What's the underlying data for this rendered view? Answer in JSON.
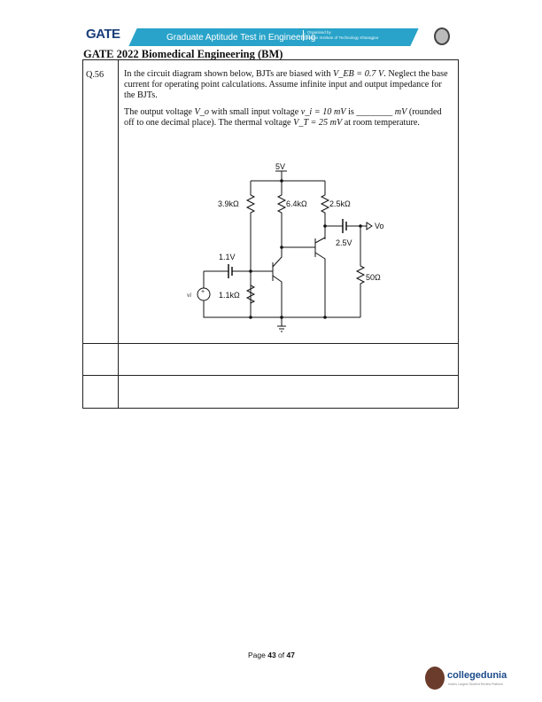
{
  "header": {
    "logo": "GATE",
    "banner_title": "Graduate Aptitude Test in Engineering",
    "organiser_label": "Organised by",
    "organiser": "Indian Institute of Technology Kharagpur",
    "exam_title": "GATE 2022 Biomedical Engineering (BM)"
  },
  "question": {
    "number": "Q.56",
    "p1_a": "In the circuit diagram shown below, BJTs are biased with ",
    "p1_math": "V_EB = 0.7 V",
    "p1_b": ". Neglect the base current for operating point calculations. Assume infinite input and output impedance for the BJTs.",
    "p2_a": "The output voltage ",
    "p2_m1": "V_o",
    "p2_b": " with small input voltage ",
    "p2_m2": "v_i = 10 mV",
    "p2_c": " is ________ ",
    "p2_m3": "mV",
    "p2_d": " (rounded off to one decimal place). The thermal voltage ",
    "p2_m4": "V_T = 25 mV",
    "p2_e": " at room temperature."
  },
  "circuit": {
    "supply": "5V",
    "r1": "3.9kΩ",
    "r2": "6.4kΩ",
    "r3": "2.5kΩ",
    "r4": "1.1kΩ",
    "r5": "50Ω",
    "c1": "1.1V",
    "c2": "2.5V",
    "input": "vi",
    "output": "Vo"
  },
  "footer": {
    "page_prefix": "Page ",
    "page": "43",
    "page_mid": " of ",
    "total": "47",
    "brand": "collegedunia",
    "brand_tagline": "India's Largest Student Review Platform"
  }
}
